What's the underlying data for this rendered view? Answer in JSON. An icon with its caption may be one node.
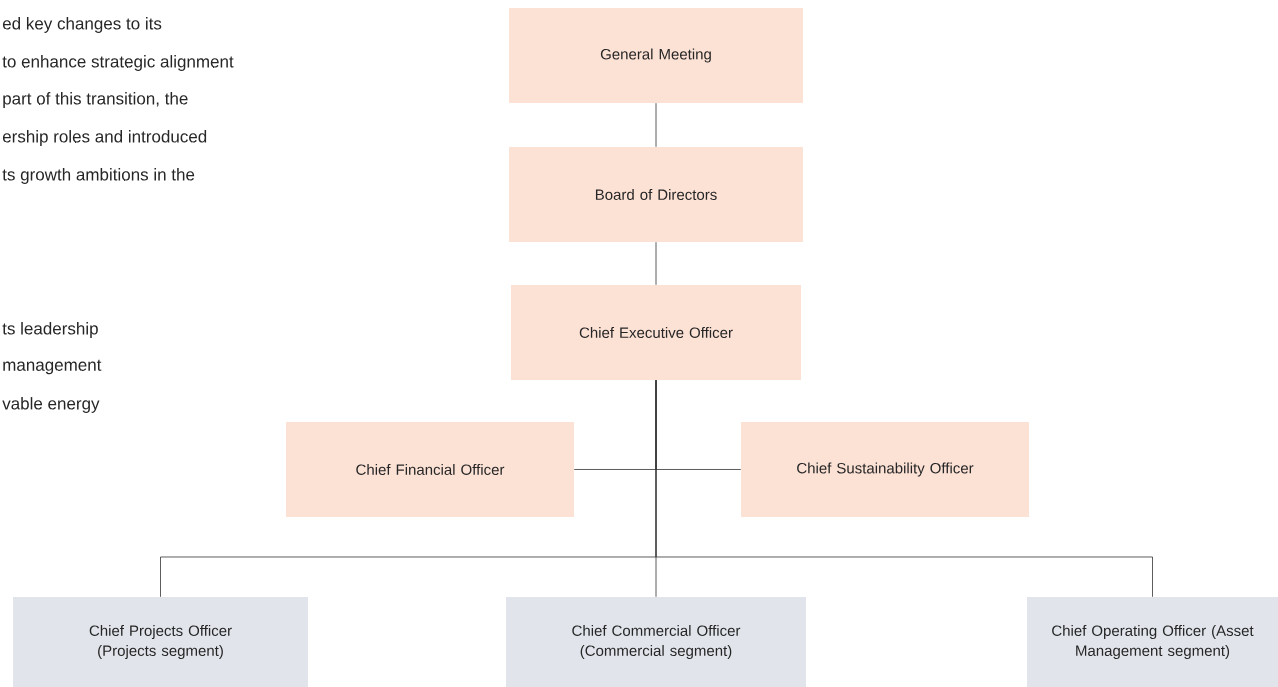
{
  "diagram": {
    "nodes": [
      {
        "text": [
          "General Meeting"
        ]
      },
      {
        "text": [
          "Board of Directors"
        ]
      },
      {
        "text": [
          "Chief Executive Officer"
        ]
      },
      {
        "text": [
          "Chief Financial Officer"
        ]
      },
      {
        "text": [
          "Chief Sustainability Officer"
        ]
      },
      {
        "text": [
          "Chief Projects Officer (Projects segment)"
        ]
      },
      {
        "text": [
          "Chief Commercial Officer (Commercial segment)"
        ]
      },
      {
        "text": [
          "Chief Operating Officer (Asset Management segment)"
        ]
      }
    ],
    "edges": [
      {
        "from": 0,
        "to": 1,
        "arrow": "none"
      },
      {
        "from": 1,
        "to": 2,
        "arrow": "none"
      },
      {
        "from": 2,
        "to": 3,
        "arrow": "none"
      },
      {
        "from": 2,
        "to": 4,
        "arrow": "none"
      },
      {
        "from": 2,
        "to": 5,
        "arrow": "none"
      },
      {
        "from": 2,
        "to": 6,
        "arrow": "none"
      },
      {
        "from": 2,
        "to": 7,
        "arrow": "none"
      }
    ],
    "labels": [
      "ed key changes to its",
      "to enhance strategic alignment",
      "part of this transition, the",
      "ership roles and introduced",
      "ts growth ambitions in the",
      "ts leadership",
      "management",
      "vable energy"
    ]
  }
}
